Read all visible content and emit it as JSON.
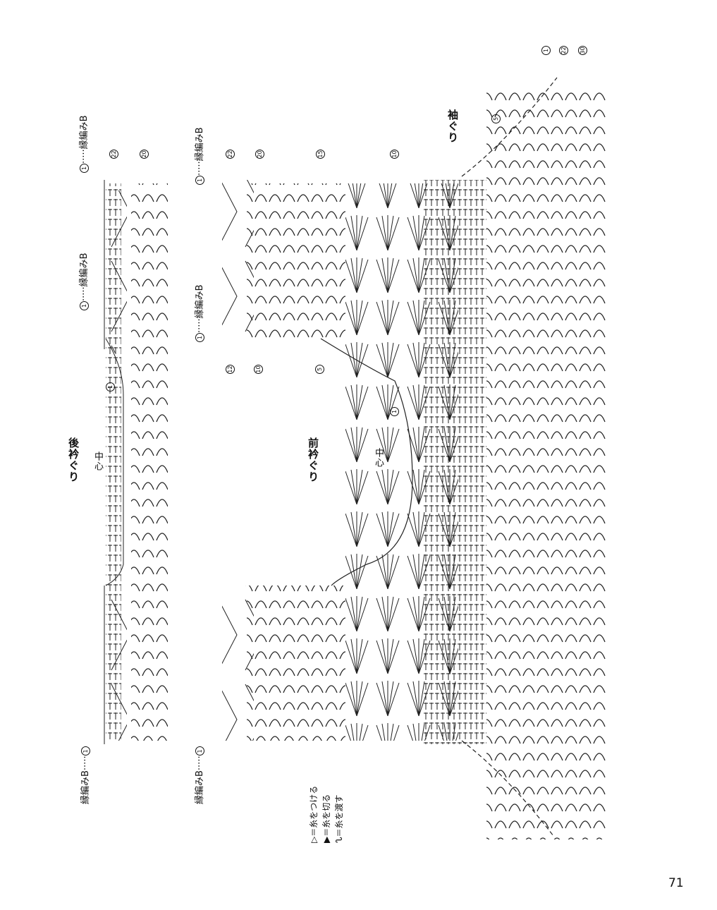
{
  "labels": {
    "edging_b": "縁編みB",
    "back_neckline": "後衿ぐり",
    "front_neckline": "前衿ぐり",
    "armhole": "袖ぐり",
    "center": "中心"
  },
  "row_numbers": {
    "r1": "1",
    "r5": "5",
    "r10": "10",
    "r12": "12",
    "r15": "15",
    "r20": "20",
    "r22": "22",
    "r30": "30"
  },
  "legend": [
    {
      "symbol": "▷",
      "text": "＝糸をつける"
    },
    {
      "symbol": "▶",
      "text": "＝糸を切る"
    },
    {
      "symbol": "ᔐ",
      "text": "＝糸を渡す"
    }
  ],
  "page_number": "71"
}
